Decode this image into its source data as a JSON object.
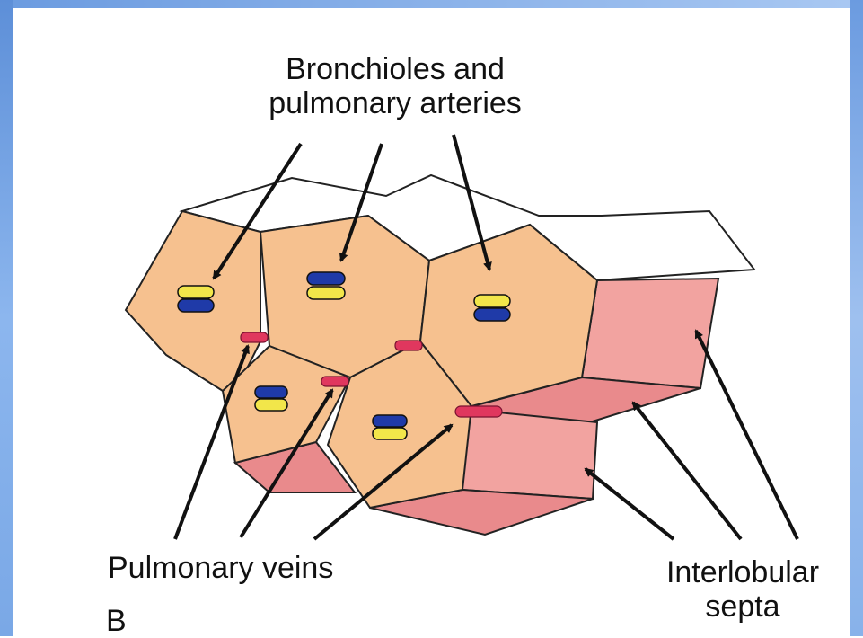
{
  "labels": {
    "top_line1": "Bronchioles and",
    "top_line2": "pulmonary arteries",
    "veins": "Pulmonary veins",
    "septa_line1": "Interlobular",
    "septa_line2": "septa",
    "panel_letter": "B"
  },
  "colors": {
    "lobule_face": "#f6c18f",
    "septa_side": "#f2a3a0",
    "septa_bottom": "#e98a8c",
    "top_face": "#ffffff",
    "bronchiole": "#f2e64a",
    "artery": "#1f3aa8",
    "vein": "#e0375e",
    "frame": "#7aa8e6"
  }
}
